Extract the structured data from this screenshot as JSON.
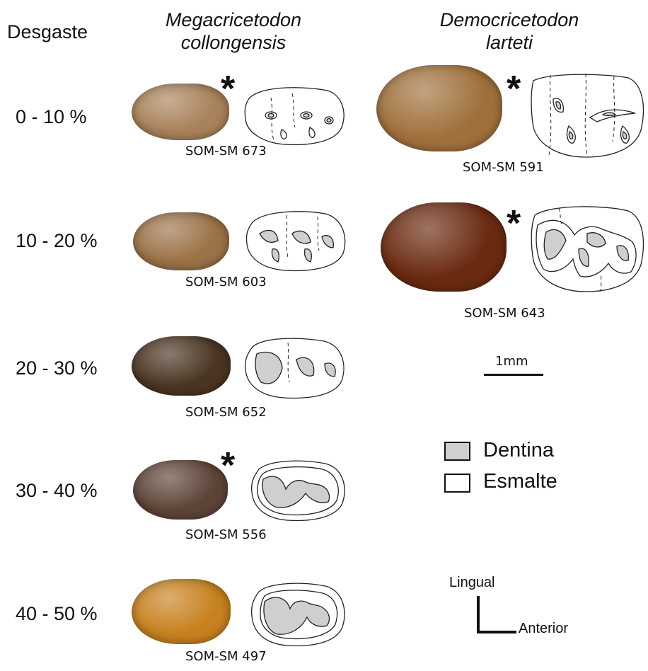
{
  "header": {
    "wear_label": "Desgaste",
    "species_1_line1": "Megacricetodon",
    "species_1_line2": "collongensis",
    "species_2_line1": "Democricetodon",
    "species_2_line2": "larteti"
  },
  "rows": [
    {
      "wear": "0 - 10 %"
    },
    {
      "wear": "10 - 20 %"
    },
    {
      "wear": "20 - 30 %"
    },
    {
      "wear": "30 - 40 %"
    },
    {
      "wear": "40 - 50 %"
    }
  ],
  "specimens_megacricetodon": [
    {
      "id": "SOM-SM 673",
      "marked": true,
      "color": "#a9825a"
    },
    {
      "id": "SOM-SM 603",
      "marked": false,
      "color": "#9c7248"
    },
    {
      "id": "SOM-SM 652",
      "marked": false,
      "color": "#4a3522"
    },
    {
      "id": "SOM-SM 556",
      "marked": true,
      "color": "#5e4438"
    },
    {
      "id": "SOM-SM 497",
      "marked": false,
      "color": "#c7811f"
    }
  ],
  "specimens_democricetodon": [
    {
      "id": "SOM-SM 591",
      "marked": true,
      "color": "#a0703c"
    },
    {
      "id": "SOM-SM 643",
      "marked": true,
      "color": "#6a2a10"
    }
  ],
  "marker_symbol": "*",
  "scale_bar": {
    "label": "1mm"
  },
  "legend": {
    "dentine": "Dentina",
    "enamel": "Esmalte",
    "dentine_color": "#cfcfcf"
  },
  "orientation": {
    "vertical": "Lingual",
    "horizontal": "Anterior"
  }
}
